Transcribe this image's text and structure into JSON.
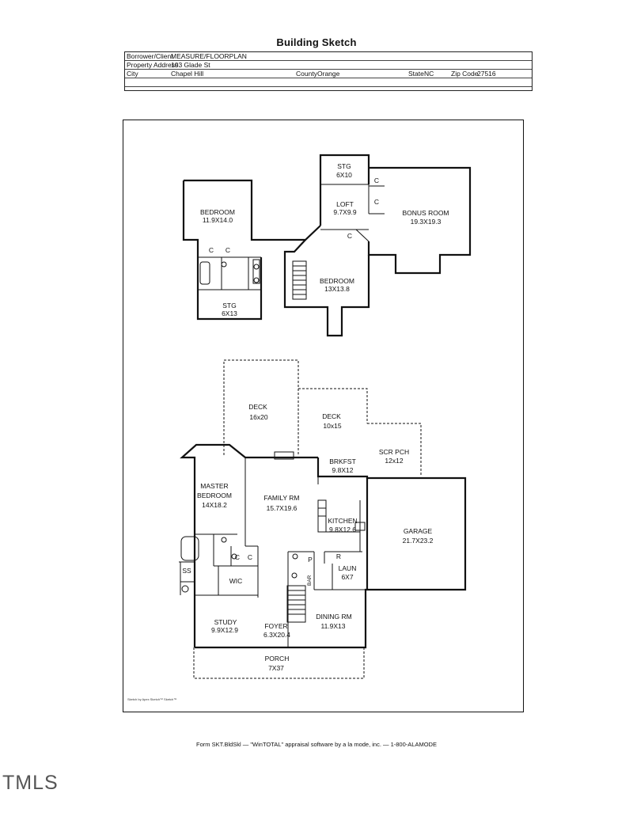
{
  "title": "Building Sketch",
  "info": {
    "borrower_label": "Borrower/Client",
    "borrower_value": "MEASURE/FLOORPLAN",
    "property_label": "Property Address",
    "property_value": "103 Glade St",
    "city_label": "City",
    "city_value": "Chapel Hill",
    "county_label": "County",
    "county_value": "Orange",
    "state_label": "State",
    "state_value": "NC",
    "zip_label": "Zip Code",
    "zip_value": "27516"
  },
  "upper_floor": {
    "stg_top": {
      "name": "STG",
      "size": "6X10"
    },
    "loft": {
      "name": "LOFT",
      "size": "9.7X9.9"
    },
    "bonus": {
      "name": "BONUS ROOM",
      "size": "19.3X19.3"
    },
    "bedroom_left": {
      "name": "BEDROOM",
      "size": "11.9X14.0"
    },
    "bedroom_right": {
      "name": "BEDROOM",
      "size": "13X13.8"
    },
    "stg_bottom": {
      "name": "STG",
      "size": "6X13"
    },
    "closet": "C"
  },
  "main_floor": {
    "deck_left": {
      "name": "DECK",
      "size": "16x20"
    },
    "deck_right": {
      "name": "DECK",
      "size": "10x15"
    },
    "scr_pch": {
      "name": "SCR PCH",
      "size": "12x12"
    },
    "brkfst": {
      "name": "BRKFST",
      "size": "9.8X12"
    },
    "master": {
      "name1": "MASTER",
      "name2": "BEDROOM",
      "size": "14X18.2"
    },
    "family": {
      "name": "FAMILY RM",
      "size": "15.7X19.6"
    },
    "kitchen": {
      "name": "KITCHEN",
      "size": "9.8X12.6"
    },
    "garage": {
      "name": "GARAGE",
      "size": "21.7X23.2"
    },
    "laun": {
      "name": "LAUN",
      "size": "6X7"
    },
    "wic": {
      "name": "WIC"
    },
    "ss": "SS",
    "bar": "BAR",
    "pantry": "P",
    "refrigerator": "R",
    "study": {
      "name": "STUDY",
      "size": "9.9X12.9"
    },
    "foyer": {
      "name": "FOYER",
      "size": "6.3X20.4"
    },
    "dining": {
      "name": "DINING RM",
      "size": "11.9X13"
    },
    "porch": {
      "name": "PORCH",
      "size": "7X37"
    },
    "closet": "C"
  },
  "sketch_credit": "Sketch by Apex Sketch™ Sketch™",
  "footer": "Form SKT.BldSkl — \"WinTOTAL\" appraisal software by a la mode, inc. — 1-800-ALAMODE",
  "watermark": "TMLS"
}
